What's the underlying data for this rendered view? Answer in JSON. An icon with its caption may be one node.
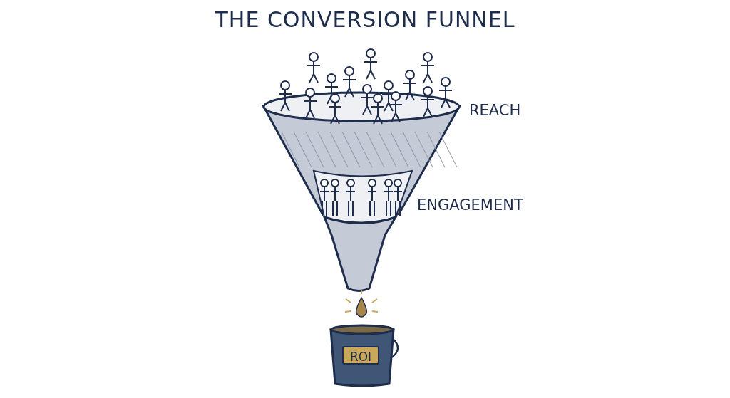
{
  "diagram": {
    "title": "THE CONVERSION FUNNEL",
    "nodes": [
      {
        "text": [
          "ROI"
        ]
      }
    ],
    "labels": [
      "REACH",
      "ENGAGEMENT"
    ]
  }
}
